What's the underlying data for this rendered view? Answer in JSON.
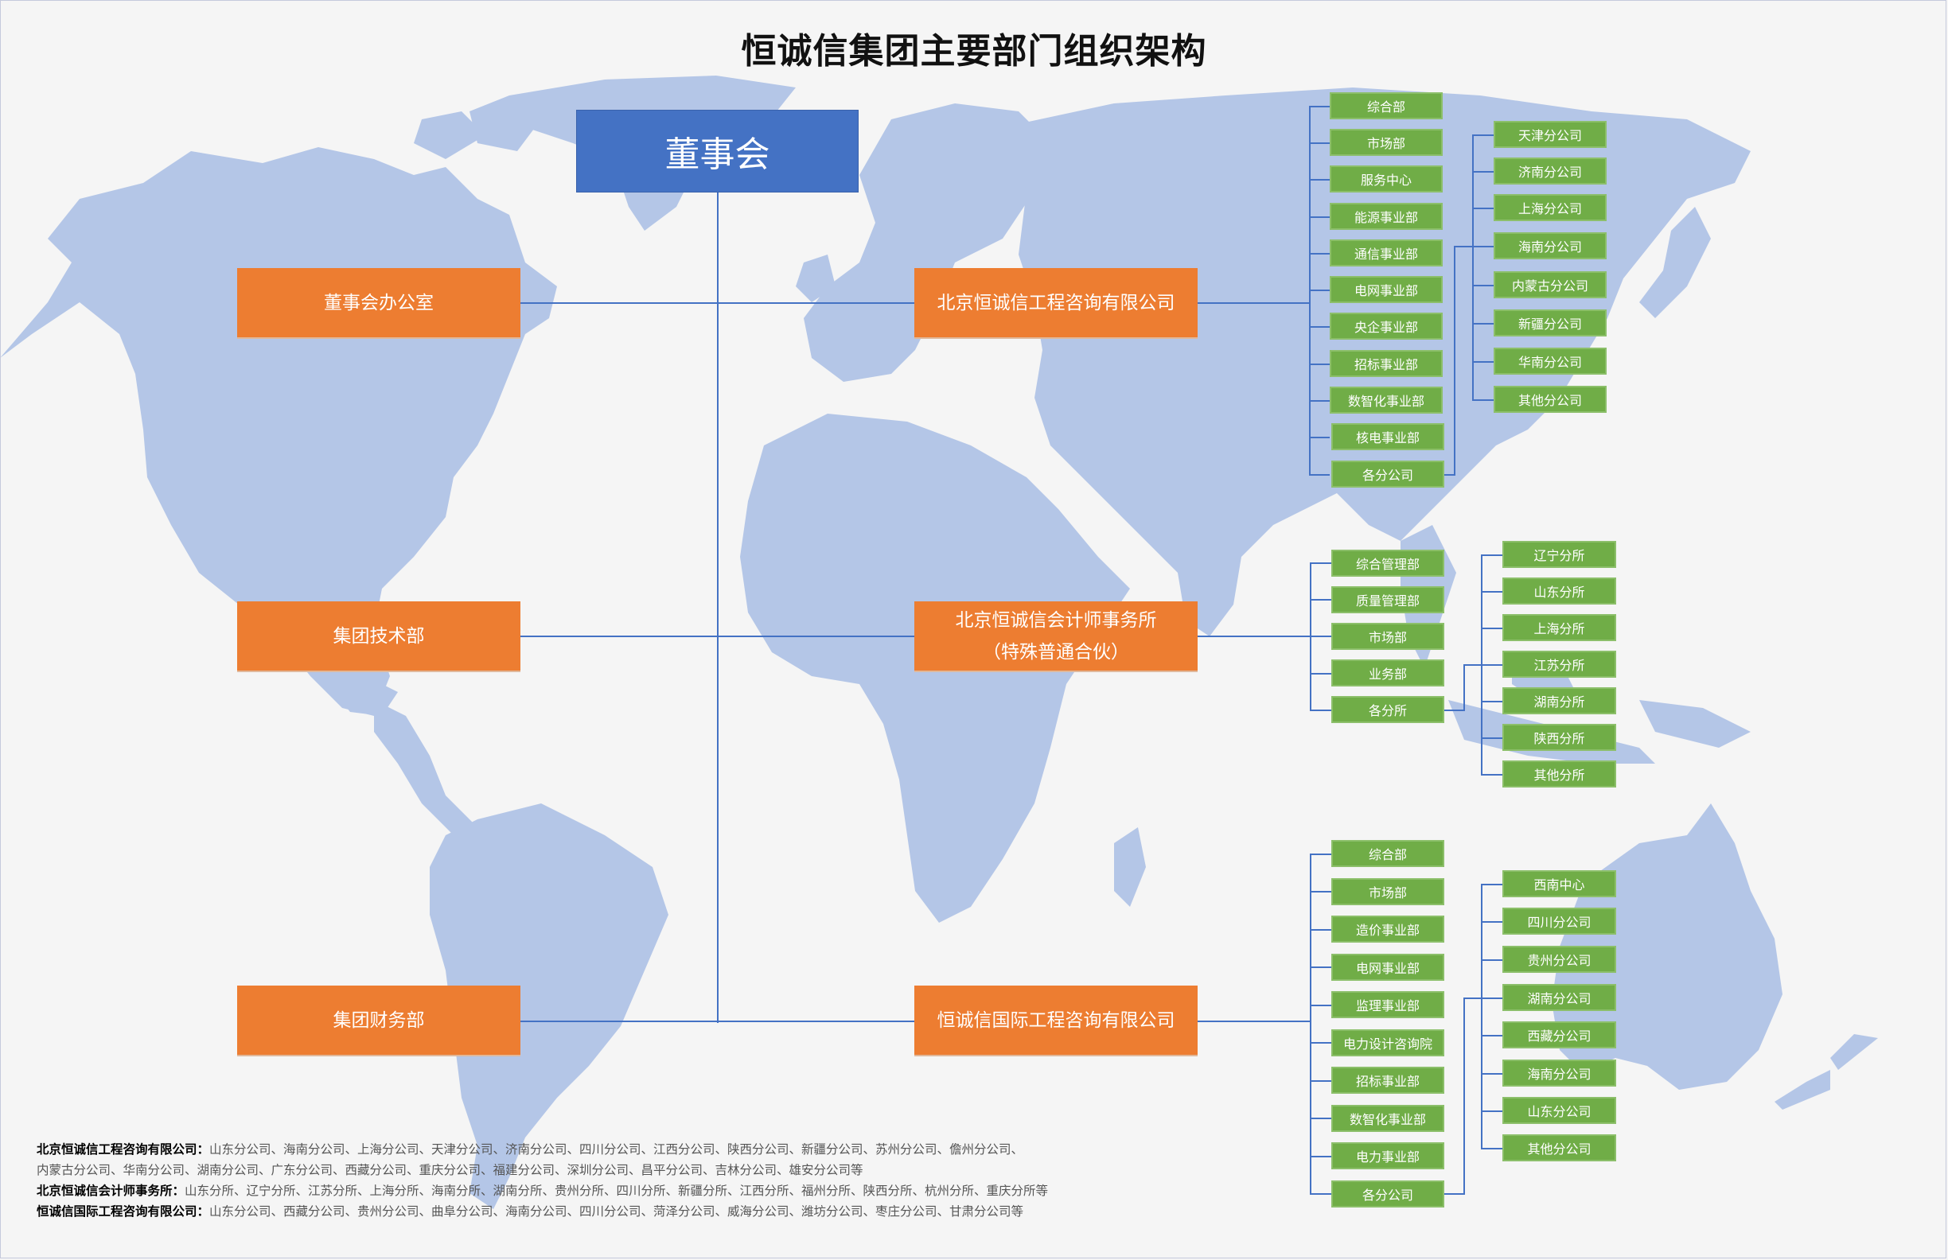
{
  "title": "恒诚信集团主要部门组织架构",
  "colors": {
    "board": "#4472C4",
    "division": "#ED7D31",
    "department": "#70AD47",
    "connector": "#4472C4",
    "map": "#B4C6E7",
    "background": "#F5F5F5"
  },
  "board": {
    "label": "董事会"
  },
  "divisions": {
    "left": [
      {
        "label": "董事会办公室"
      },
      {
        "label": "集团技术部"
      },
      {
        "label": "集团财务部"
      }
    ],
    "right": [
      {
        "label": "北京恒诚信工程咨询有限公司",
        "sub": ""
      },
      {
        "label": "北京恒诚信会计师事务所",
        "sub": "（特殊普通合伙）"
      },
      {
        "label": "恒诚信国际工程咨询有限公司",
        "sub": ""
      }
    ]
  },
  "groups": [
    {
      "parent": "北京恒诚信工程咨询有限公司",
      "departments": [
        "综合部",
        "市场部",
        "服务中心",
        "能源事业部",
        "通信事业部",
        "电网事业部",
        "央企事业部",
        "招标事业部",
        "数智化事业部",
        "核电事业部",
        "各分公司"
      ],
      "branches": [
        "天津分公司",
        "济南分公司",
        "上海分公司",
        "海南分公司",
        "内蒙古分公司",
        "新疆分公司",
        "华南分公司",
        "其他分公司"
      ]
    },
    {
      "parent": "北京恒诚信会计师事务所（特殊普通合伙）",
      "departments": [
        "综合管理部",
        "质量管理部",
        "市场部",
        "业务部",
        "各分所"
      ],
      "branches": [
        "辽宁分所",
        "山东分所",
        "上海分所",
        "江苏分所",
        "湖南分所",
        "陕西分所",
        "其他分所"
      ]
    },
    {
      "parent": "恒诚信国际工程咨询有限公司",
      "departments": [
        "综合部",
        "市场部",
        "造价事业部",
        "电网事业部",
        "监理事业部",
        "电力设计咨询院",
        "招标事业部",
        "数智化事业部",
        "电力事业部",
        "各分公司"
      ],
      "branches": [
        "西南中心",
        "四川分公司",
        "贵州分公司",
        "湖南分公司",
        "西藏分公司",
        "海南分公司",
        "山东分公司",
        "其他分公司"
      ]
    }
  ],
  "notes": [
    {
      "label": "北京恒诚信工程咨询有限公司：",
      "text": "山东分公司、海南分公司、上海分公司、天津分公司、济南分公司、四川分公司、江西分公司、陕西分公司、新疆分公司、苏州分公司、儋州分公司、"
    },
    {
      "label": "",
      "text": "内蒙古分公司、华南分公司、湖南分公司、广东分公司、西藏分公司、重庆分公司、福建分公司、深圳分公司、昌平分公司、吉林分公司、雄安分公司等"
    },
    {
      "label": "北京恒诚信会计师事务所：",
      "text": "山东分所、辽宁分所、江苏分所、上海分所、海南分所、湖南分所、贵州分所、四川分所、新疆分所、江西分所、福州分所、陕西分所、杭州分所、重庆分所等"
    },
    {
      "label": "恒诚信国际工程咨询有限公司：",
      "text": "山东分公司、西藏分公司、贵州分公司、曲阜分公司、海南分公司、四川分公司、菏泽分公司、威海分公司、潍坊分公司、枣庄分公司、甘肃分公司等"
    }
  ]
}
